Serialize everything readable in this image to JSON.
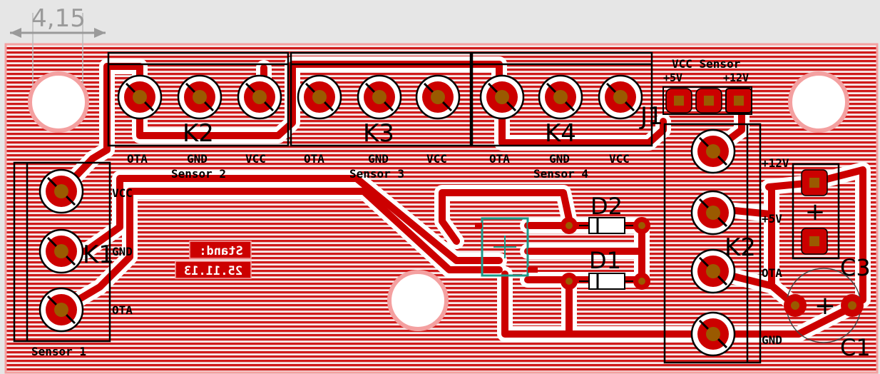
{
  "dimension": {
    "value": "4,15"
  },
  "connectors": {
    "K1": {
      "name": "K1",
      "title": "Sensor 1",
      "pins": [
        "VCC",
        "GND",
        "OTA"
      ]
    },
    "K2_sensor": {
      "name": "K2",
      "title": "Sensor 2",
      "pins": [
        "OTA",
        "GND",
        "VCC"
      ]
    },
    "K3": {
      "name": "K3",
      "title": "Sensor 3",
      "pins": [
        "OTA",
        "GND",
        "VCC"
      ]
    },
    "K4": {
      "name": "K4",
      "title": "Sensor 4",
      "pins": [
        "OTA",
        "GND",
        "VCC"
      ]
    },
    "K2_power": {
      "name": "K2",
      "pins": [
        "+12V",
        "+5V",
        "OTA",
        "GND"
      ]
    }
  },
  "jumper": {
    "name": "J1",
    "title": "VCC Sensor",
    "left": "+5V",
    "right": "+12V"
  },
  "components": {
    "d1": "D1",
    "d2": "D2",
    "c1": "C1",
    "c3": "C3",
    "plus": "+"
  },
  "stand": {
    "line1": "Stand:",
    "line2": "25.11.13"
  },
  "colors": {
    "board": "#ecd8d8",
    "copper": "#cc0000",
    "hatch": "#d21a1a",
    "pad": "#9a5a00",
    "outline": "#f4a0a0",
    "ic": "#1a9a8a"
  }
}
